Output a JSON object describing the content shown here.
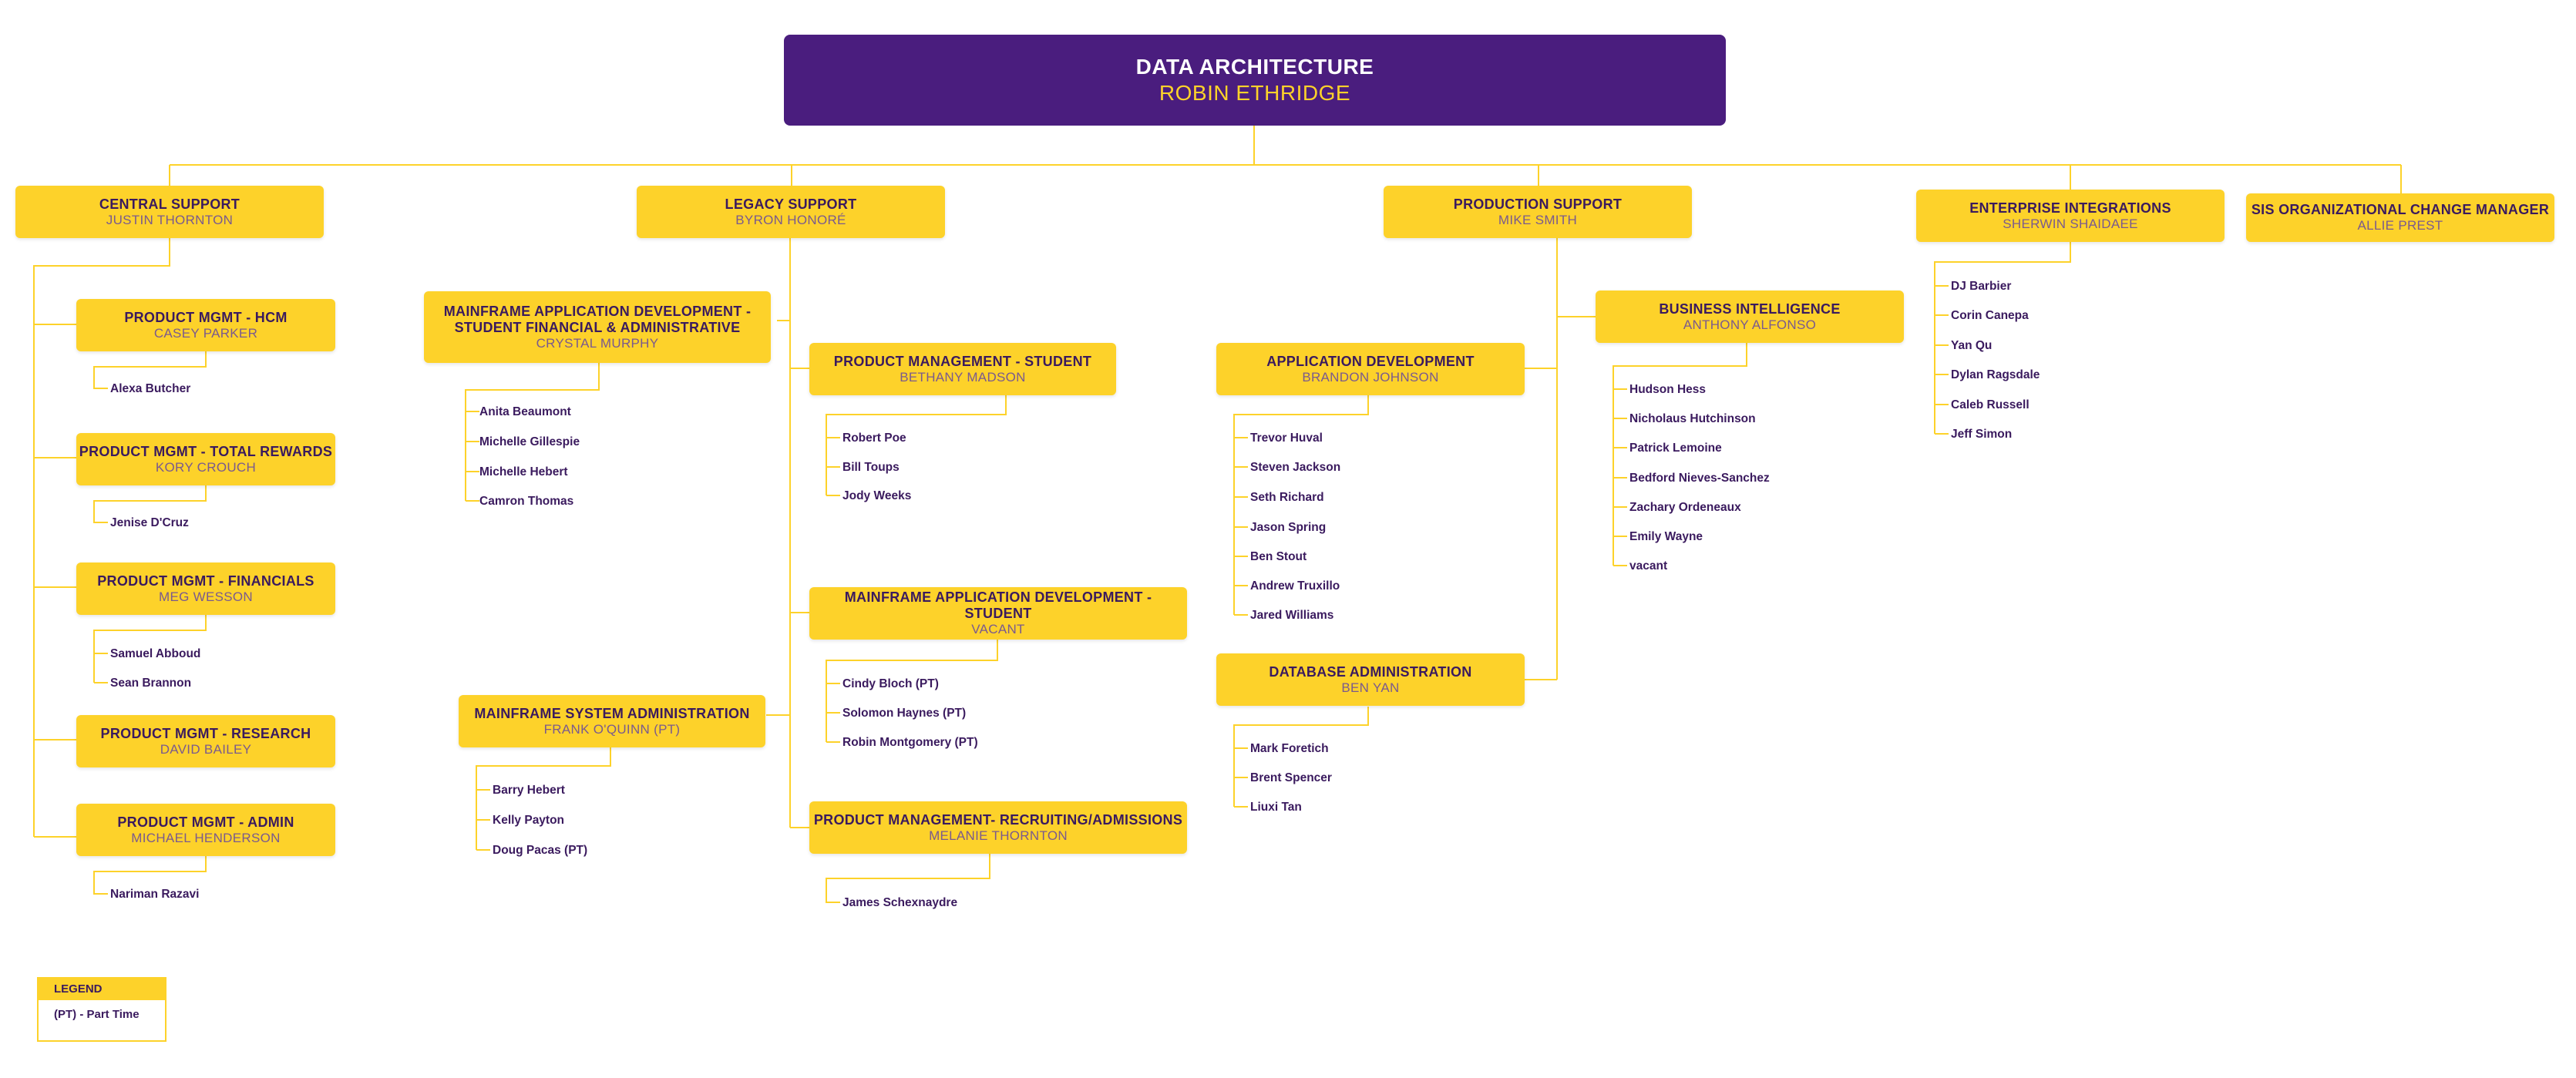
{
  "root": {
    "title": "DATA ARCHITECTURE",
    "person": "ROBIN ETHRIDGE"
  },
  "teams": {
    "central": {
      "title": "CENTRAL SUPPORT",
      "person": "JUSTIN THORNTON"
    },
    "legacy": {
      "title": "LEGACY SUPPORT",
      "person": "BYRON HONORÉ"
    },
    "production": {
      "title": "PRODUCTION SUPPORT",
      "person": "MIKE SMITH"
    },
    "enterprise": {
      "title": "ENTERPRISE INTEGRATIONS",
      "person": "SHERWIN SHAIDAEE"
    },
    "sis": {
      "title": "SIS ORGANIZATIONAL CHANGE MANAGER",
      "person": "ALLIE PREST"
    }
  },
  "groups": {
    "hcm": {
      "title": "PRODUCT MGMT - HCM",
      "person": "CASEY PARKER",
      "members": [
        "Alexa Butcher"
      ]
    },
    "rewards": {
      "title": "PRODUCT MGMT - TOTAL REWARDS",
      "person": "KORY CROUCH",
      "members": [
        "Jenise D'Cruz"
      ]
    },
    "financials": {
      "title": "PRODUCT MGMT - FINANCIALS",
      "person": "MEG WESSON",
      "members": [
        "Samuel Abboud",
        "Sean Brannon"
      ]
    },
    "research": {
      "title": "PRODUCT MGMT - RESEARCH",
      "person": "DAVID BAILEY",
      "members": []
    },
    "admin": {
      "title": "PRODUCT MGMT - ADMIN",
      "person": "MICHAEL HENDERSON",
      "members": [
        "Nariman Razavi"
      ]
    },
    "mainframe_sfa": {
      "title1": "MAINFRAME APPLICATION DEVELOPMENT -",
      "title2": "STUDENT FINANCIAL & ADMINISTRATIVE",
      "person": "CRYSTAL MURPHY",
      "members": [
        "Anita Beaumont",
        "Michelle Gillespie",
        "Michelle Hebert",
        "Camron Thomas"
      ]
    },
    "mainframe_sys": {
      "title": "MAINFRAME SYSTEM ADMINISTRATION",
      "person": "FRANK O'QUINN (PT)",
      "members": [
        "Barry Hebert",
        "Kelly Payton",
        "Doug Pacas (PT)"
      ]
    },
    "pm_student": {
      "title": "PRODUCT MANAGEMENT - STUDENT",
      "person": "BETHANY MADSON",
      "members": [
        "Robert Poe",
        "Bill Toups",
        "Jody Weeks"
      ]
    },
    "mainframe_student": {
      "title": "MAINFRAME APPLICATION DEVELOPMENT - STUDENT",
      "person": "VACANT",
      "members": [
        "Cindy Bloch (PT)",
        "Solomon Haynes (PT)",
        "Robin Montgomery (PT)"
      ]
    },
    "pm_recruiting": {
      "title": "PRODUCT MANAGEMENT- RECRUITING/ADMISSIONS",
      "person": "MELANIE THORNTON",
      "members": [
        "James Schexnaydre"
      ]
    },
    "appdev": {
      "title": "APPLICATION DEVELOPMENT",
      "person": "BRANDON JOHNSON",
      "members": [
        "Trevor Huval",
        "Steven Jackson",
        "Seth Richard",
        "Jason Spring",
        "Ben Stout",
        "Andrew Truxillo",
        "Jared Williams"
      ]
    },
    "dba": {
      "title": "DATABASE ADMINISTRATION",
      "person": "BEN YAN",
      "members": [
        "Mark Foretich",
        "Brent Spencer",
        "Liuxi Tan"
      ]
    },
    "bi": {
      "title": "BUSINESS INTELLIGENCE",
      "person": "ANTHONY ALFONSO",
      "members": [
        "Hudson Hess",
        "Nicholaus Hutchinson",
        "Patrick Lemoine",
        "Bedford Nieves-Sanchez",
        "Zachary Ordeneaux",
        "Emily Wayne",
        "vacant"
      ]
    }
  },
  "enterprise_members": [
    "DJ Barbier",
    "Corin Canepa",
    "Yan Qu",
    "Dylan Ragsdale",
    "Caleb Russell",
    "Jeff Simon"
  ],
  "legend": {
    "header": "LEGEND",
    "item": "(PT) - Part Time"
  },
  "colors": {
    "primary": "#4a1d7e",
    "accent": "#fdd22a",
    "text": "#3a1a5e"
  }
}
